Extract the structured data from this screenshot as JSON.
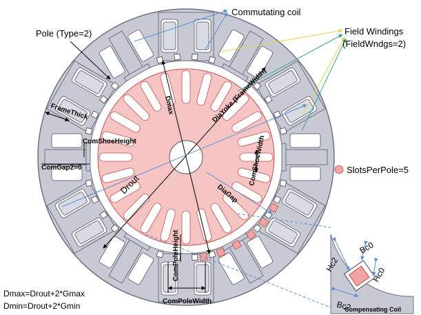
{
  "labels": {
    "commutating_coil": "Commutating coil",
    "pole_type": "Pole (Type=2)",
    "field_windings": "Field Windings",
    "field_wndgs": "(FieldWndgs=2)",
    "frame_thick": "FrameThick",
    "dmax": "Dmax",
    "dia_yoke": "DiaYoke (FrameWidth)",
    "com_shoe_height": "ComShoeHeight",
    "com_shoe_width": "ComShoeWidth",
    "com_gap2": "ComGap2=0",
    "slots_per_pole": "SlotsPerPole=5",
    "drout": "Drout",
    "dia_gap": "DiaGap",
    "com_pole_height": "ComPoleHeight",
    "com_pole_width": "ComPoleWidth",
    "eq_dmax": "Dmax=Drout+2*Gmax",
    "eq_dmin": "Dmin=Drout+2*Gmin",
    "hc2": "Hc2",
    "bc0": "Bc0",
    "hc0": "Hc0",
    "bc2": "Bc2",
    "compensating_coil": "Compensating Coil"
  },
  "colors": {
    "stator": "#c7cad4",
    "stator_stroke": "#6b7080",
    "rotor": "#f7c4c4",
    "rotor_stroke": "#c05050",
    "slot_marker": "#f2a3a3",
    "pointer_blue": "#5b8fd6",
    "pointer_yellow": "#e8d24a",
    "pointer_green": "#3aa58a",
    "dim_line": "#000000"
  },
  "geometry_meta": {
    "rotor_slots": 24,
    "stator_poles": 6,
    "commutating_poles": 6
  }
}
